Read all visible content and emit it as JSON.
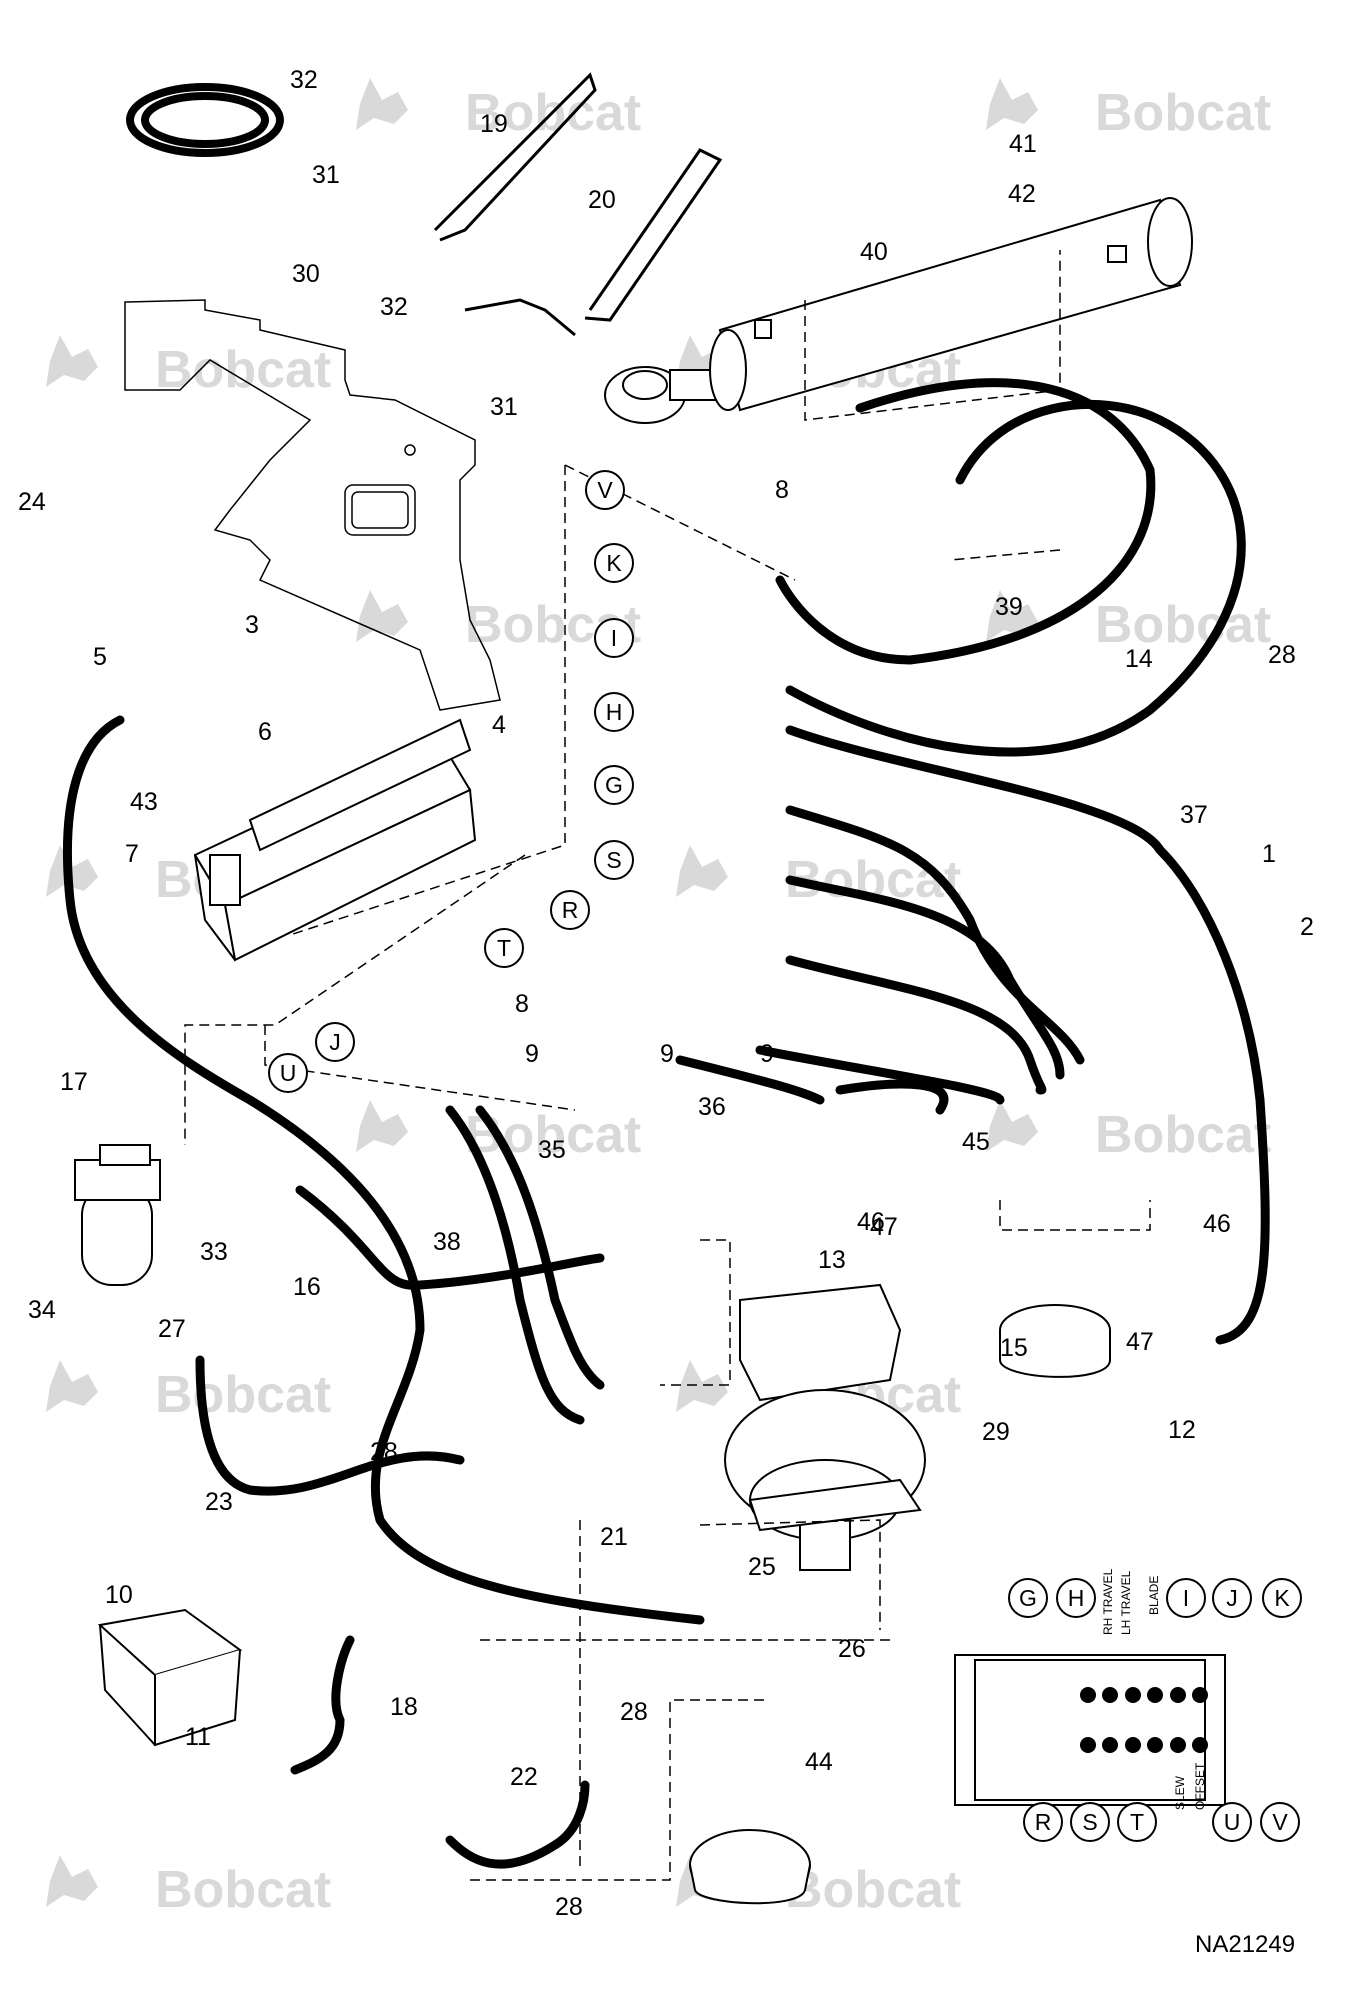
{
  "drawing_id": "NA21249",
  "watermark": "Bobcat",
  "callouts": [
    "1",
    "2",
    "3",
    "4",
    "5",
    "6",
    "7",
    "8",
    "8",
    "9",
    "9",
    "9",
    "10",
    "11",
    "12",
    "13",
    "14",
    "15",
    "16",
    "17",
    "18",
    "19",
    "20",
    "21",
    "22",
    "23",
    "24",
    "25",
    "26",
    "27",
    "28",
    "28",
    "28",
    "28",
    "29",
    "30",
    "31",
    "31",
    "32",
    "32",
    "33",
    "34",
    "35",
    "36",
    "37",
    "38",
    "39",
    "40",
    "41",
    "42",
    "43",
    "44",
    "45",
    "46",
    "46",
    "47",
    "47"
  ],
  "port_labels": [
    "V",
    "K",
    "I",
    "H",
    "G",
    "S",
    "R",
    "T",
    "J",
    "U"
  ],
  "inset": {
    "top_ports": [
      "G",
      "H",
      "I",
      "J",
      "K"
    ],
    "bottom_ports": [
      "R",
      "S",
      "T",
      "U",
      "V"
    ],
    "section_labels": [
      "RH TRAVEL",
      "LH TRAVEL",
      "BLADE",
      "SLEW",
      "OFFSET"
    ]
  }
}
